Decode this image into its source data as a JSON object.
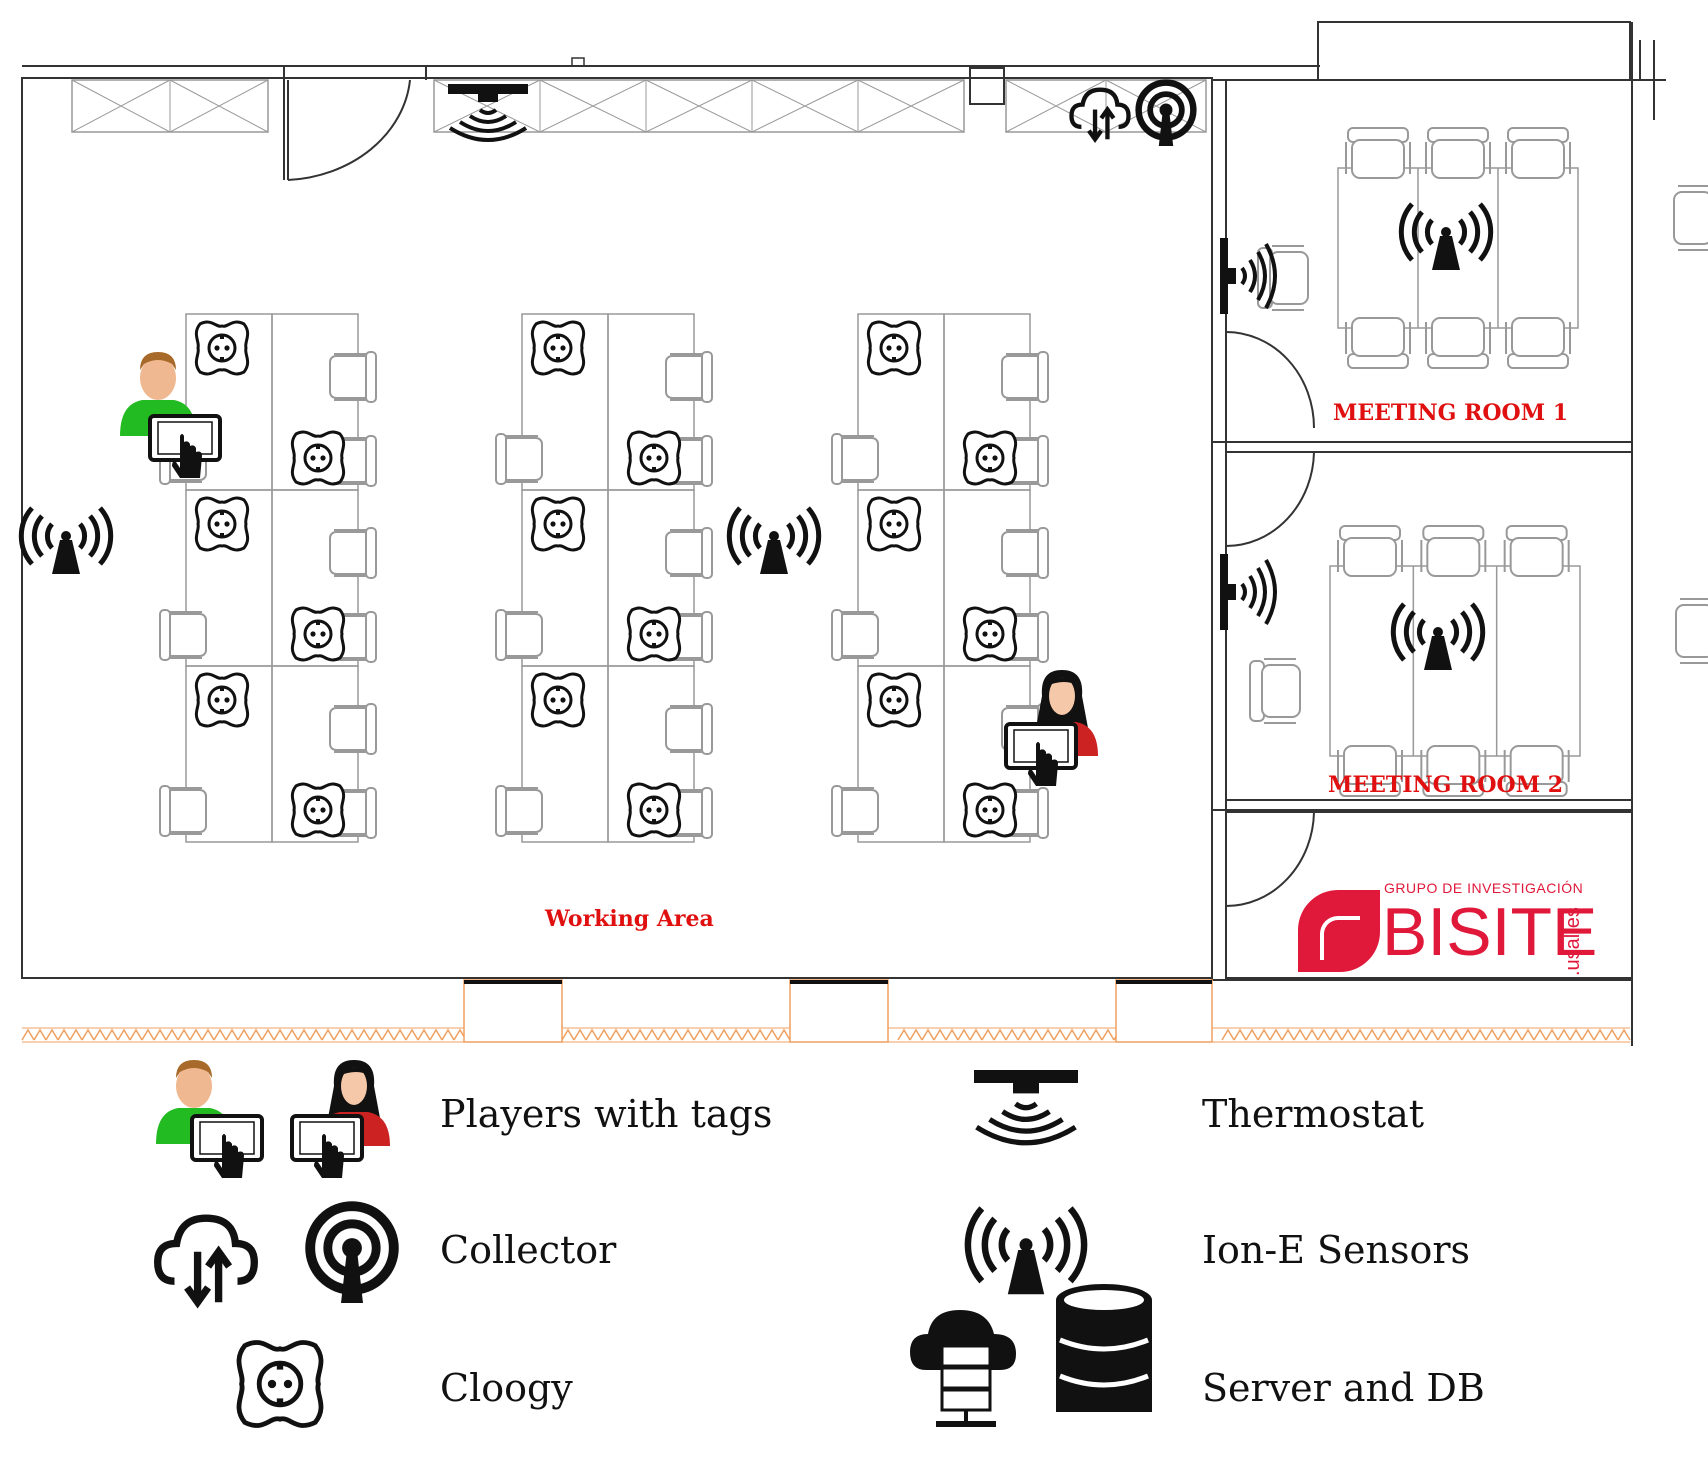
{
  "labels": {
    "working_area": "Working Area",
    "meeting_room_1": "MEETING ROOM 1",
    "meeting_room_2": "MEETING ROOM 2"
  },
  "logo": {
    "subtitle": "GRUPO DE INVESTIGACIÓN",
    "name": "BISITE",
    "domain": ".usal.es",
    "color": "#e0183a"
  },
  "legend": [
    {
      "key": "players",
      "text": "Players with tags",
      "icons": [
        "man-with-tablet-icon",
        "woman-with-tablet-icon"
      ]
    },
    {
      "key": "thermostat",
      "text": "Thermostat",
      "icons": [
        "thermostat-icon"
      ]
    },
    {
      "key": "collector",
      "text": "Collector",
      "icons": [
        "cloud-sync-icon",
        "broadcast-antenna-icon"
      ]
    },
    {
      "key": "sensors",
      "text": "Ion-E Sensors",
      "icons": [
        "wireless-sensor-icon"
      ]
    },
    {
      "key": "cloogy",
      "text": "Cloogy",
      "icons": [
        "power-socket-icon"
      ]
    },
    {
      "key": "server",
      "text": "Server and DB",
      "icons": [
        "cloud-server-icon",
        "database-icon"
      ]
    }
  ],
  "colors": {
    "wall": "#333333",
    "furniture": "#999999",
    "label_red": "#e01010",
    "window_orange": "#f0a060",
    "player_green": "#22bb22",
    "player_red": "#cc2222"
  }
}
